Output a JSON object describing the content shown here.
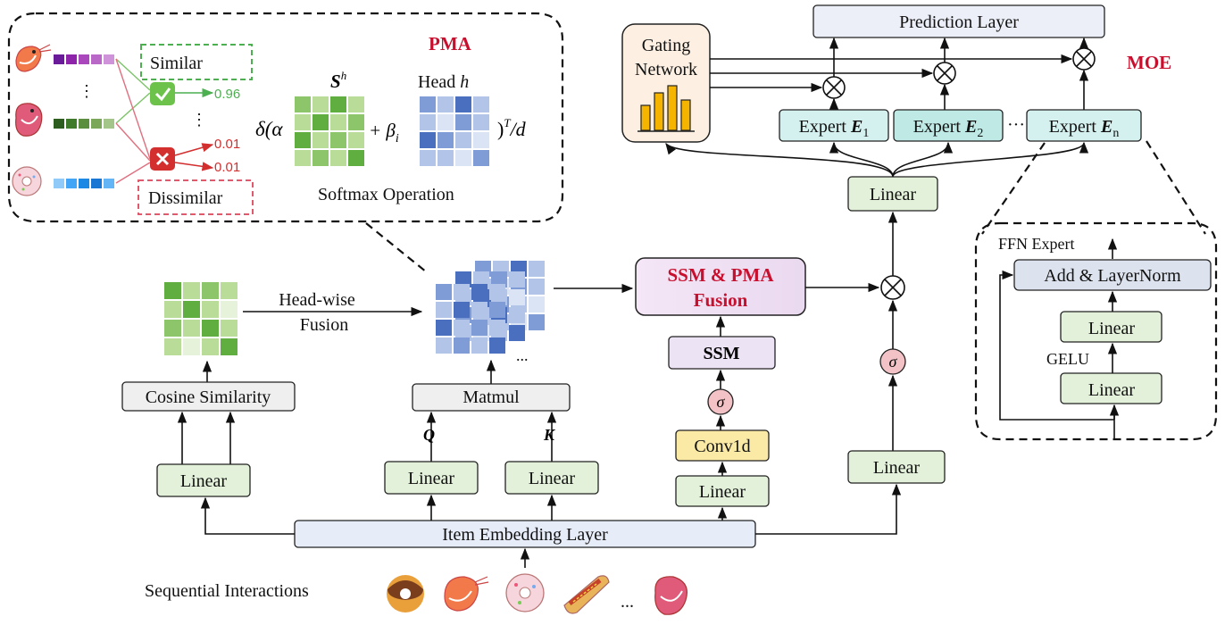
{
  "pma": {
    "title": "PMA",
    "similar": "Similar",
    "dissimilar": "Dissimilar",
    "score_similar": "0.96",
    "score_dissimilar_1": "0.01",
    "score_dissimilar_2": "0.01",
    "vdots": "⋮",
    "formula_delta": "δ(α",
    "formula_plus": "+ β",
    "formula_sub_i": "i",
    "formula_close": ")",
    "formula_sup_T": "T",
    "formula_div": "/d",
    "s_label": "S",
    "s_sup": "h",
    "head_label": "Head ",
    "head_var": "h",
    "softmax": "Softmax Operation"
  },
  "moe": {
    "title": "MOE",
    "prediction": "Prediction Layer",
    "gating_line1": "Gating",
    "gating_line2": "Network",
    "expert_prefix": "Expert ",
    "expert_var": "E",
    "expert_subs": [
      "1",
      "2",
      "n"
    ],
    "ellipsis": "···",
    "linear": "Linear"
  },
  "ffn": {
    "title": "FFN Expert",
    "addnorm": "Add & LayerNorm",
    "linear_top": "Linear",
    "gelu": "GELU",
    "linear_bottom": "Linear"
  },
  "main": {
    "head_wise_1": "Head-wise",
    "head_wise_2": "Fusion",
    "cosine": "Cosine Similarity",
    "matmul": "Matmul",
    "q": "Q",
    "k": "K",
    "linear": "Linear",
    "fusion_line1": "SSM & PMA",
    "fusion_line2": "Fusion",
    "ssm": "SSM",
    "sigma": "σ",
    "conv": "Conv1d",
    "embedding": "Item Embedding Layer",
    "sequential": "Sequential Interactions",
    "ellipsis": "...",
    "stack_ellipsis": "..."
  },
  "colors": {
    "green_box": "#e3f1da",
    "green_stroke": "#5a8a3a",
    "gray_box": "#efefef",
    "embed_box": "#e6ecf8",
    "fusion_box": "#f1e4f4",
    "conv_box": "#fbe9a6",
    "expert_box": "#d4f1ef",
    "expert2_box": "#bfe9e5",
    "gating_box": "#fdf0e2",
    "sigma_fill": "#f2c2c6",
    "accent_red": "#c8102e"
  }
}
